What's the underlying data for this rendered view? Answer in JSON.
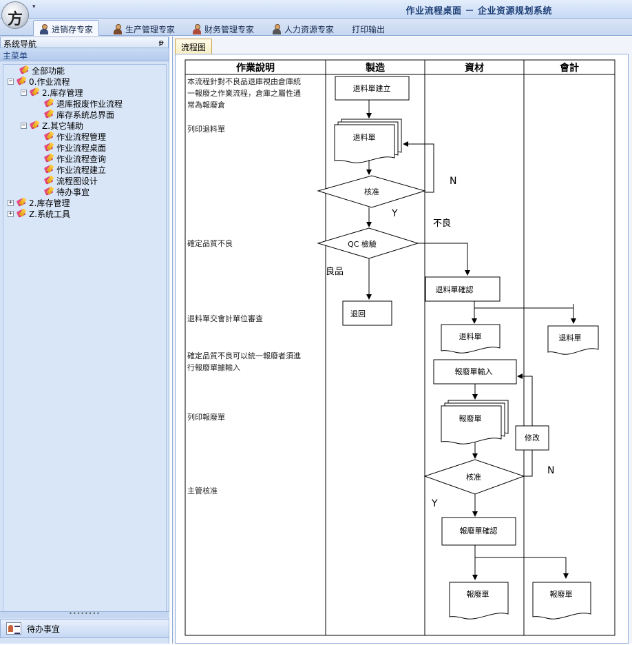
{
  "window": {
    "title": "作业流程桌面 － 企业资源规划系统",
    "quick_access_arrow": "▾",
    "logo_glyph": "方"
  },
  "ribbon": {
    "tabs": [
      {
        "label": "进销存专家",
        "icon": "person-icon",
        "active": true
      },
      {
        "label": "生产管理专家",
        "icon": "person-icon"
      },
      {
        "label": "财务管理专家",
        "icon": "person-icon"
      },
      {
        "label": "人力资源专家",
        "icon": "person-icon"
      },
      {
        "label": "打印输出",
        "icon": ""
      }
    ]
  },
  "sidebar": {
    "title": "系统导航",
    "pin_glyph": "ᵽ",
    "section": "主菜单",
    "tree": [
      {
        "label": "全部功能",
        "level": 1,
        "expander": ""
      },
      {
        "label": "0.作业流程",
        "level": 1,
        "expander": "−"
      },
      {
        "label": "2.库存管理",
        "level": 2,
        "expander": "−"
      },
      {
        "label": "退库报废作业流程",
        "level": 3,
        "expander": "",
        "selected": true
      },
      {
        "label": "库存系统总界面",
        "level": 3,
        "expander": ""
      },
      {
        "label": "Z.其它辅助",
        "level": 2,
        "expander": "−"
      },
      {
        "label": "作业流程管理",
        "level": 3,
        "expander": ""
      },
      {
        "label": "作业流程桌面",
        "level": 3,
        "expander": ""
      },
      {
        "label": "作业流程查询",
        "level": 3,
        "expander": ""
      },
      {
        "label": "作业流程建立",
        "level": 3,
        "expander": ""
      },
      {
        "label": "流程图设计",
        "level": 3,
        "expander": ""
      },
      {
        "label": "待办事宜",
        "level": 3,
        "expander": ""
      },
      {
        "label": "2.库存管理",
        "level": 1,
        "expander": "+"
      },
      {
        "label": "Z.系统工具",
        "level": 1,
        "expander": "+"
      }
    ],
    "splitter": "••••••••",
    "bottom_button": "待办事宜"
  },
  "document": {
    "tab": "流程图",
    "flowchart": {
      "columns": [
        "作業說明",
        "製造",
        "資材",
        "會計"
      ],
      "descriptions": [
        "本流程針對不良品退庫視由倉庫統",
        "一報廢之作業流程，倉庫之屬性通",
        "常為報廢倉",
        "列印退料單",
        "確定品質不良",
        "退料單交會計單位審查",
        "確定品質不良可以統一報廢者須進",
        "行報廢單據輸入",
        "列印報廢單",
        "主管核准"
      ],
      "shapes": {
        "return_create": "退料單建立",
        "return_doc": "退料單",
        "approve_1": "核准",
        "qc_check": "QC 檢驗",
        "good_item": "良品",
        "return_back": "退回",
        "bad_quality": "不良",
        "return_confirm": "退料單確認",
        "return_doc_2": "退料單",
        "return_doc_acc": "退料單",
        "scrap_input": "報廢單輸入",
        "scrap_doc": "報廢單",
        "modify": "修改",
        "approve_2": "核准",
        "scrap_confirm": "報廢單確認",
        "scrap_doc_2": "報廢單",
        "scrap_doc_acc": "報廢單",
        "n_label": "N",
        "y_label": "Y"
      }
    }
  }
}
